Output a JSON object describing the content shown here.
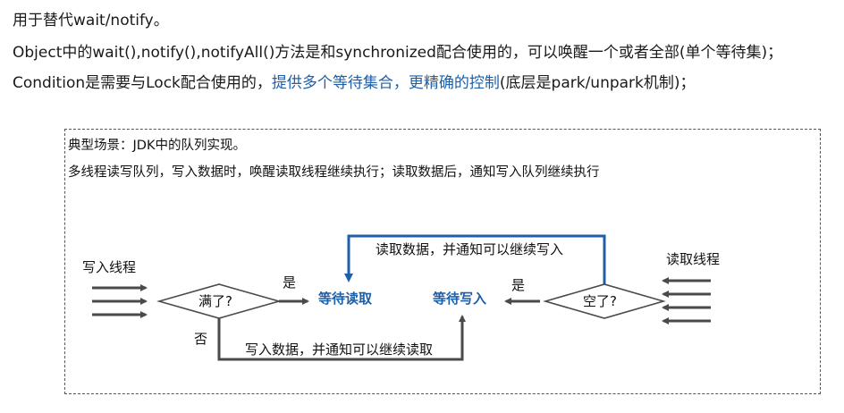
{
  "intro": {
    "line1": "用于替代wait/notify。",
    "line2": "Object中的wait(),notify(),notifyAll()方法是和synchronized配合使用的，可以唤醒一个或者全部(单个等待集)；",
    "line3_a": "Condition是需要与Lock配合使用的，",
    "line3_b": "提供多个等待集合，更精确的控制",
    "line3_c": "(底层是park/unpark机制)；"
  },
  "example": {
    "title": "典型场景：JDK中的队列实现。",
    "desc": "多线程读写队列，写入数据时，唤醒读取线程继续执行；读取数据后，通知写入队列继续执行"
  },
  "diagram": {
    "writer_label": "写入线程",
    "reader_label": "读取线程",
    "full_decision": "满了?",
    "empty_decision": "空了?",
    "yes_left": "是",
    "yes_right": "是",
    "no_left": "否",
    "wait_read": "等待读取",
    "wait_write": "等待写入",
    "top_loop": "读取数据，并通知可以继续写入",
    "bottom_loop": "写入数据，并通知可以继续读取"
  },
  "colors": {
    "accent": "#1f5fa8",
    "arrow_dark": "#4a4a4a",
    "text": "#1a1a1a"
  }
}
